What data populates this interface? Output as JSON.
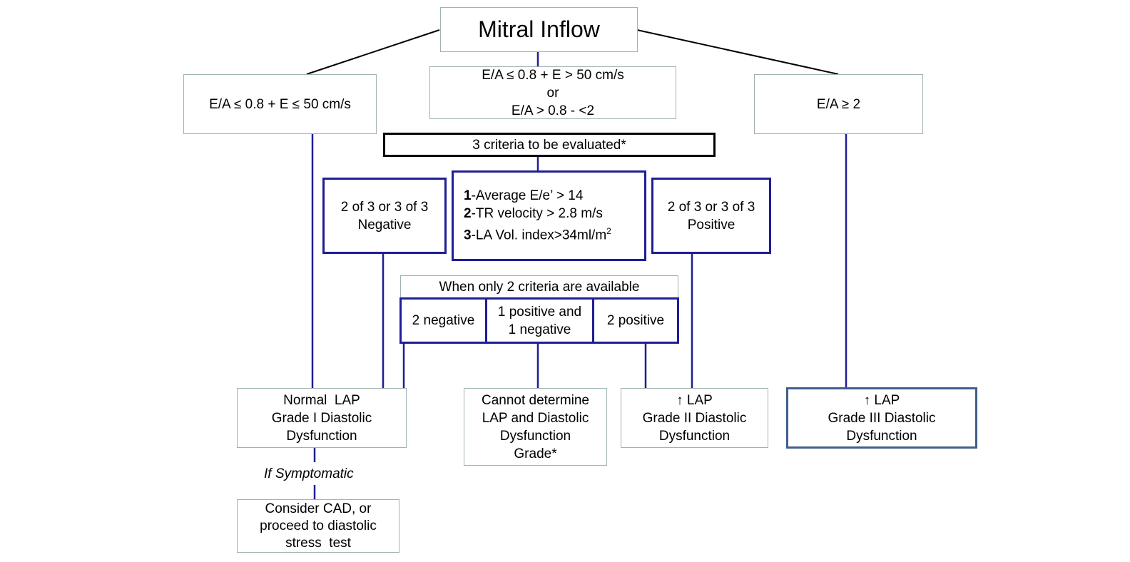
{
  "root": {
    "title": "Mitral Inflow"
  },
  "branches": {
    "left": "E/A ≤ 0.8 + E ≤ 50 cm/s",
    "middle": [
      "E/A ≤ 0.8 + E > 50 cm/s",
      "or",
      "E/A > 0.8 - <2"
    ],
    "right": "E/A ≥ 2"
  },
  "criteria_header": "3 criteria to be evaluated*",
  "negative_box": [
    "2 of 3 or 3 of 3",
    "Negative"
  ],
  "positive_box": [
    "2 of 3 or 3 of 3",
    "Positive"
  ],
  "criteria": [
    {
      "num": "1",
      "text": "-Average E/e’ > 14"
    },
    {
      "num": "2",
      "text": "-TR velocity > 2.8 m/s"
    },
    {
      "num": "3",
      "text": "-LA Vol. index>34ml/m",
      "sup": "2"
    }
  ],
  "two_criteria": {
    "header": "When only 2 criteria are available",
    "negative": "2 negative",
    "mixed": [
      "1 positive and",
      "1 negative"
    ],
    "positive": "2 positive"
  },
  "outcomes": {
    "normal": [
      "Normal  LAP",
      "Grade I Diastolic",
      "Dysfunction"
    ],
    "indeterminate": [
      "Cannot determine",
      "LAP and Diastolic",
      "Dysfunction",
      "Grade*"
    ],
    "grade2": [
      "↑ LAP",
      "Grade II Diastolic",
      "Dysfunction"
    ],
    "grade3": [
      "↑ LAP",
      "Grade III Diastolic",
      "Dysfunction"
    ]
  },
  "symptomatic_note": "If Symptomatic",
  "followup": [
    "Consider CAD, or",
    "proceed to diastolic",
    "stress  test"
  ],
  "colors": {
    "blue_line": "#1e1e96",
    "gray_border": "#9fb3b3",
    "black": "#000000"
  }
}
